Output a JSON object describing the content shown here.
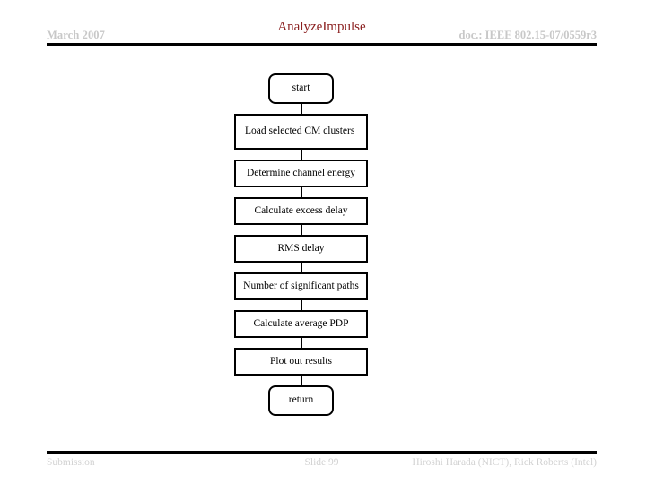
{
  "slide": {
    "header": {
      "date": "March 2007",
      "title": "AnalyzeImpulse",
      "doc": "doc.: IEEE 802.15-07/0559r3",
      "title_color": "#8b2020",
      "meta_color": "#c8c8c8",
      "rule_color": "#000000"
    },
    "footer": {
      "left": "Submission",
      "center": "Slide 99",
      "right": "Hiroshi Harada (NICT), Rick Roberts (Intel)",
      "text_color": "#d2d2d2"
    }
  },
  "flowchart": {
    "type": "flowchart",
    "orientation": "vertical",
    "border_color": "#000000",
    "fill_color": "#ffffff",
    "nodes": [
      {
        "id": "start",
        "label": "start",
        "shape": "terminal",
        "align": "center"
      },
      {
        "id": "load",
        "label": "Load selected CM clusters",
        "shape": "process",
        "align": "left"
      },
      {
        "id": "energy",
        "label": "Determine channel energy",
        "shape": "process",
        "align": "center"
      },
      {
        "id": "excess-delay",
        "label": "Calculate excess delay",
        "shape": "process",
        "align": "center"
      },
      {
        "id": "rms-delay",
        "label": "RMS delay",
        "shape": "process",
        "align": "center"
      },
      {
        "id": "paths",
        "label": "Number of significant paths",
        "shape": "process",
        "align": "center"
      },
      {
        "id": "avg-pdp",
        "label": "Calculate average PDP",
        "shape": "process",
        "align": "center"
      },
      {
        "id": "plot",
        "label": "Plot out results",
        "shape": "process",
        "align": "center"
      },
      {
        "id": "return",
        "label": "return",
        "shape": "terminal",
        "align": "center"
      }
    ],
    "edges": [
      {
        "from": "start",
        "to": "load"
      },
      {
        "from": "load",
        "to": "energy"
      },
      {
        "from": "energy",
        "to": "excess-delay"
      },
      {
        "from": "excess-delay",
        "to": "rms-delay"
      },
      {
        "from": "rms-delay",
        "to": "paths"
      },
      {
        "from": "paths",
        "to": "avg-pdp"
      },
      {
        "from": "avg-pdp",
        "to": "plot"
      },
      {
        "from": "plot",
        "to": "return"
      }
    ]
  }
}
